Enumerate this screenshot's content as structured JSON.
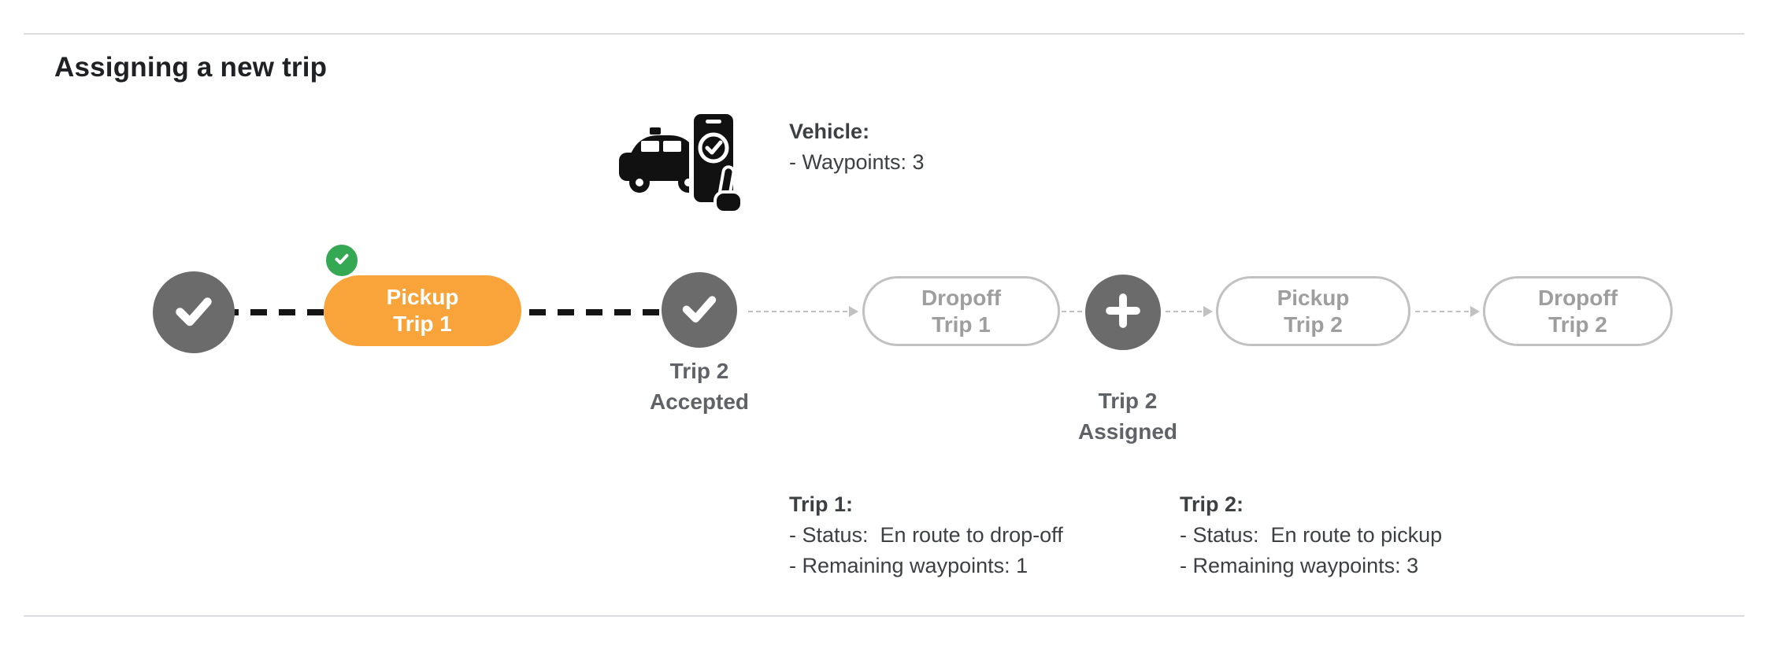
{
  "page": {
    "title": "Assigning a new trip"
  },
  "colors": {
    "accent_orange": "#F9A43B",
    "green": "#34A853",
    "node_gray": "#6B6B6B",
    "inactive_border": "#C1C1C1",
    "inactive_text": "#9E9E9E",
    "label_gray": "#5F6368",
    "text_dark": "#3C4043",
    "divider": "#DADCE0",
    "route_black": "#141414"
  },
  "icons": {
    "completed_waypoint": "check",
    "trip2_accepted_node": "check",
    "trip2_assigned_node": "plus",
    "pickup_confirmed_badge": "check",
    "vehicle": "car-with-phone-check"
  },
  "vehicle_info": {
    "heading": "Vehicle:",
    "lines": [
      "- Waypoints: 3"
    ]
  },
  "flow": {
    "pickup_trip1": {
      "line1": "Pickup",
      "line2": "Trip 1"
    },
    "trip2_accepted_caption": {
      "line1": "Trip 2",
      "line2": "Accepted"
    },
    "dropoff_trip1": {
      "line1": "Dropoff",
      "line2": "Trip 1"
    },
    "trip2_assigned_caption": {
      "line1": "Trip 2",
      "line2": "Assigned"
    },
    "pickup_trip2": {
      "line1": "Pickup",
      "line2": "Trip 2"
    },
    "dropoff_trip2": {
      "line1": "Dropoff",
      "line2": "Trip 2"
    }
  },
  "trip1_info": {
    "heading": "Trip 1:",
    "lines": [
      "- Status:  En route to drop-off",
      "- Remaining waypoints: 1"
    ]
  },
  "trip2_info": {
    "heading": "Trip 2:",
    "lines": [
      "- Status:  En route to pickup",
      "- Remaining waypoints: 3"
    ]
  }
}
